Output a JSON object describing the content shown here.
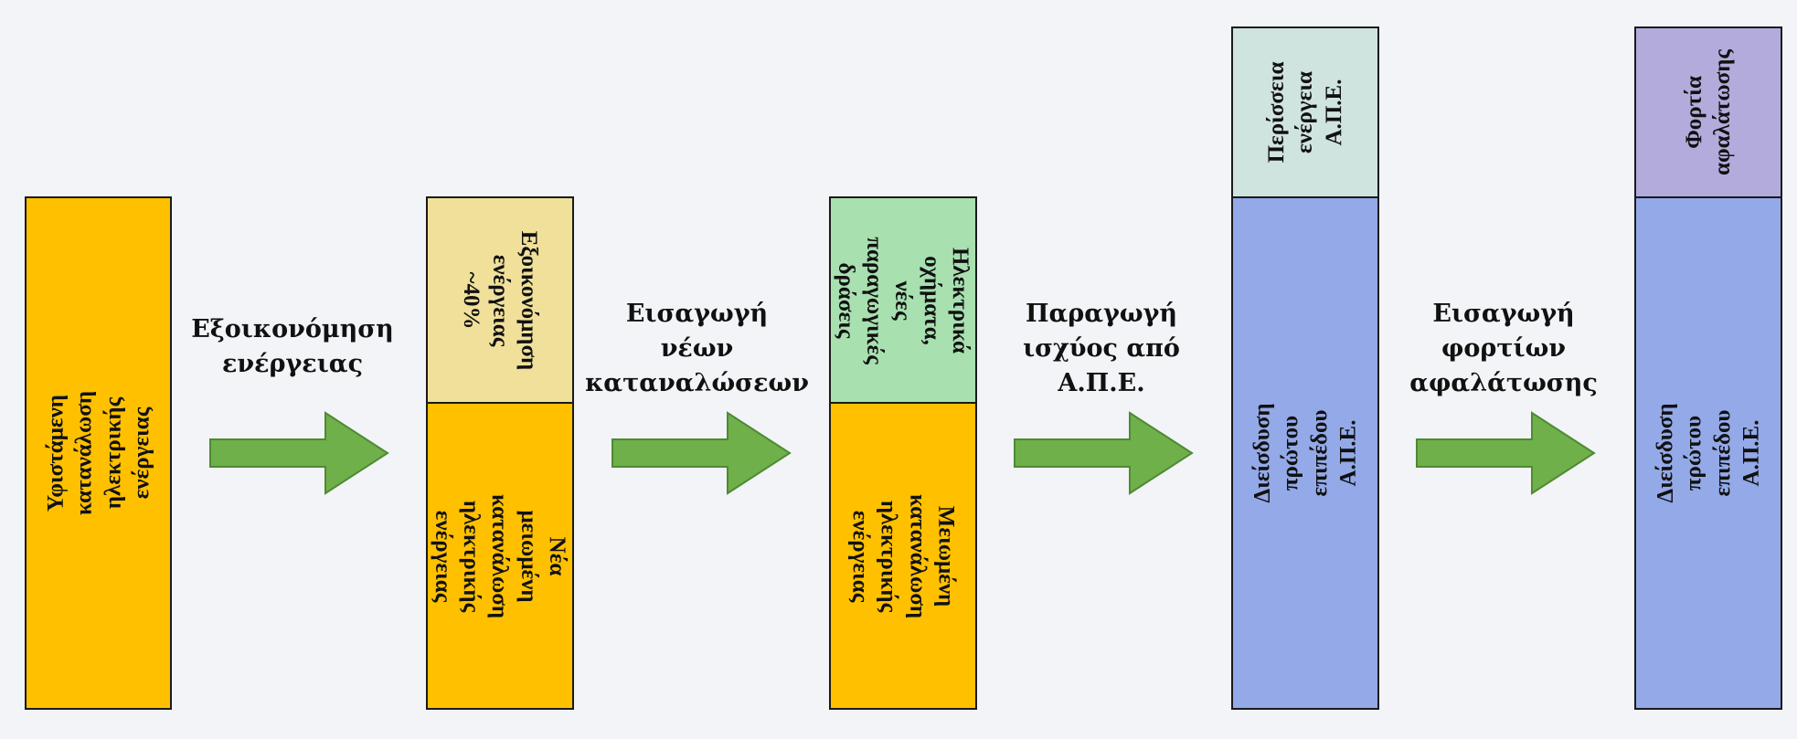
{
  "colors": {
    "orange": "#ffc000",
    "beige": "#f0e09a",
    "green_block": "#a8e0b0",
    "blue": "#93a9e8",
    "light_teal": "#cfe3df",
    "lavender": "#b3abdc",
    "arrow": "#70b04a"
  },
  "blocks": {
    "existing": "Υφιστάμενη κατανάλωση\nηλεκτρικής ενέργειας",
    "saving_top": "Εξοικονόμηση\nενέργειας\n~40%",
    "reduced_new": "Νέα μειωμένη\nκατανάλωση\nηλεκτρικής ενέργειας",
    "new_loads_top": "Ηλεκτρικά\nοχήματα, νέες\nπαραγωγικές\nδράσεις",
    "reduced": "Μειωμένη\nκατανάλωση\nηλεκτρικής ενέργειας",
    "res_excess": "Περίσσεια\nενέργεια\nΑ.Π.Ε.",
    "res_penetration_1": "Διείσδυση πρώτου επιπέδου Α.Π.Ε.",
    "desal_loads": "Φορτία\nαφαλάτωσης",
    "res_penetration_2": "Διείσδυση πρώτου επιπέδου Α.Π.Ε."
  },
  "steps": {
    "step1": [
      "Εξοικονόμηση",
      "ενέργειας"
    ],
    "step2": [
      "Εισαγωγή",
      "νέων",
      "καταναλώσεων"
    ],
    "step3": [
      "Παραγωγή",
      "ισχύος από",
      "Α.Π.Ε."
    ],
    "step4": [
      "Εισαγωγή",
      "φορτίων",
      "αφαλάτωσης"
    ]
  }
}
